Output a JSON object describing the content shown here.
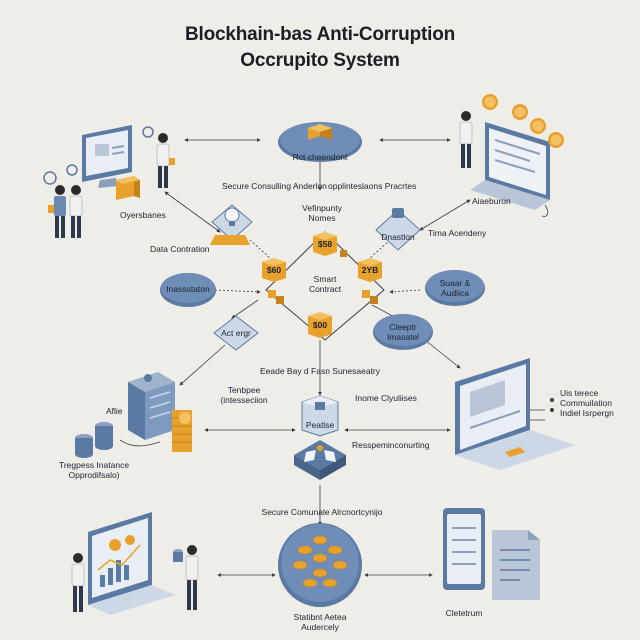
{
  "title_line1": "Blockhain-bas Anti-Corruption",
  "title_line2": "Occrupito System",
  "nodes": {
    "top_center": "Rct cheendont",
    "left_oval": "Inassstaton",
    "right_oval_line1": "Suaar &",
    "right_oval_line2": "Audiica",
    "right_oval2_line1": "Cleeptr",
    "right_oval2_line2": "Imasatel",
    "left_diamond": "Act ergr",
    "right_diamond": "Dnastlon",
    "mid_diamond": "Peatlse",
    "contract_line1": "Smart",
    "contract_line2": "Contract"
  },
  "hexagon_values": {
    "top": "$58",
    "left": "$60",
    "right": "2YB",
    "bottom": "$00"
  },
  "labels": {
    "top_row": "Secure Consulling Anderlon",
    "top_row_right": "opplinteslaons Pracrtes",
    "vefinpunty_line1": "Vefinpunty",
    "vefinpunty_line2": "Nomes",
    "oyersbanes": "Oyersbanes",
    "data_contration": "Data Contration",
    "time_acendeny": "Tima Acendeny",
    "aiaeburon": "Aiaeburon",
    "eeade_bay": "Eeade Bay d Fasn Sunesaeatry",
    "tenbpee_line1": "Tenbpee",
    "tenbpee_line2": "(intesseciion",
    "aflie": "Aflie",
    "tregpess_line1": "Tregpess Inatance",
    "tregpess_line2": "Opprodifsalo)",
    "inome_clyuliises": "Inome Clyuliises",
    "respemin": "Resspeminconurting",
    "uis_line1": "Uis terece",
    "uis_line2": "Commuilation",
    "uis_line3": "Indiel Isrpergn",
    "secure_comunale": "Secure Comunale Alrcnortcynijo",
    "statibnt_line1": "Statibnt Aetea",
    "statibnt_line2": "Audercely",
    "cletetrum": "Cletetrum"
  },
  "colors": {
    "background": "#eeede8",
    "node_blue": "#5b7aa3",
    "node_light": "#cdd8e6",
    "gold": "#e8a22c",
    "text": "#1d2330"
  }
}
